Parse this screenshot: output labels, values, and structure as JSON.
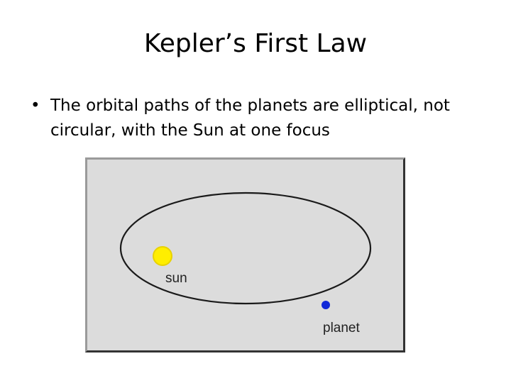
{
  "slide": {
    "title": "Kepler’s First Law",
    "bullets": [
      {
        "marker": "•",
        "text": "The orbital paths of the planets are elliptical, not circular, with the Sun at one focus"
      }
    ]
  },
  "diagram": {
    "labels": {
      "sun": "sun",
      "planet": "planet"
    },
    "colors": {
      "background": "#dcdcdc",
      "orbit": "#1a1a1a",
      "sun_fill": "#ffee00",
      "sun_stroke": "#e8d200",
      "planet_fill": "#1028d8"
    }
  }
}
